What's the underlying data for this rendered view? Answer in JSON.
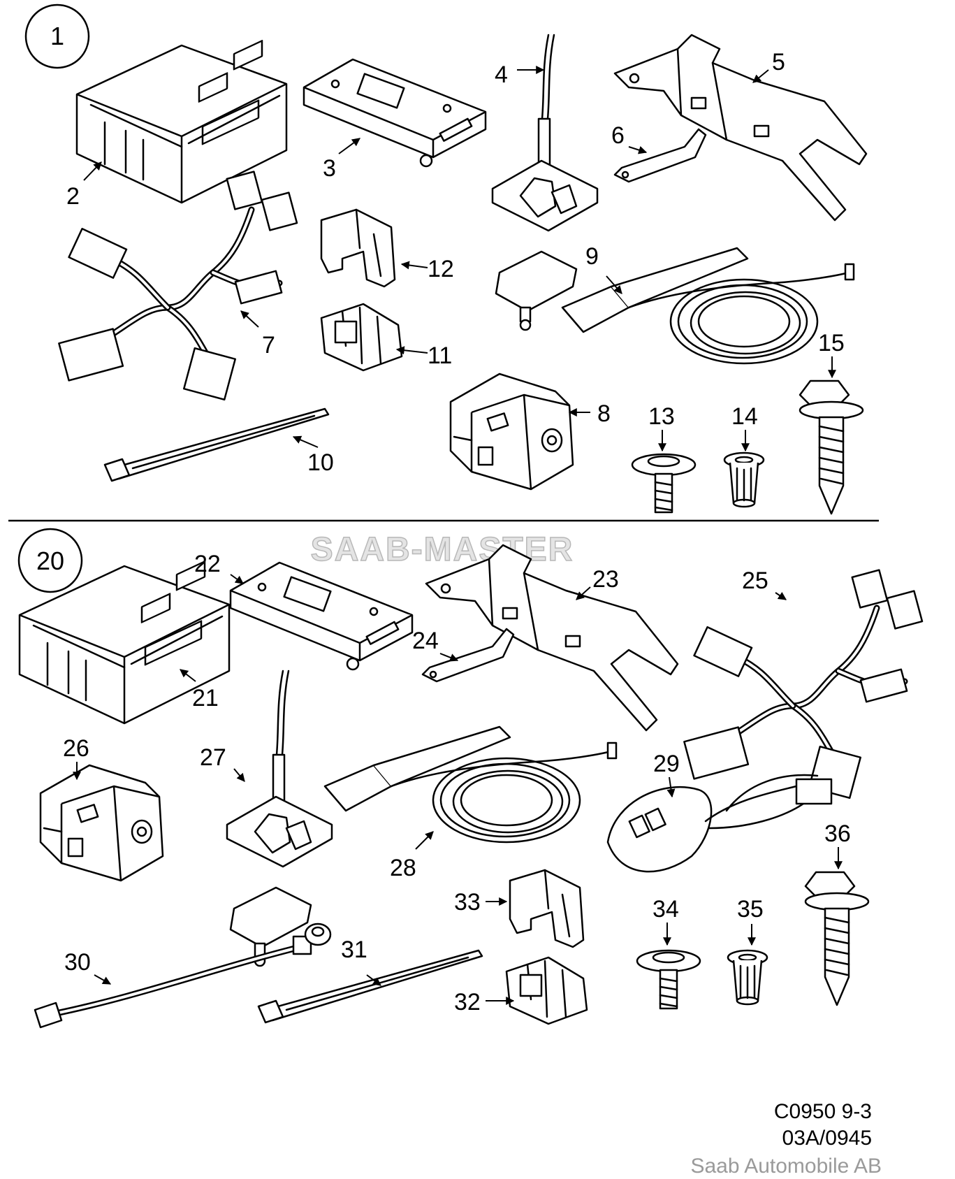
{
  "watermark": "SAAB-MASTER",
  "groups": [
    {
      "number": "1"
    },
    {
      "number": "20"
    }
  ],
  "callouts": [
    "2",
    "3",
    "4",
    "5",
    "6",
    "7",
    "8",
    "9",
    "10",
    "11",
    "12",
    "13",
    "14",
    "15",
    "21",
    "22",
    "23",
    "24",
    "25",
    "26",
    "27",
    "28",
    "29",
    "30",
    "31",
    "32",
    "33",
    "34",
    "35",
    "36"
  ],
  "footer": {
    "code_line1": "C0950 9-3",
    "code_line2": "03A/0945",
    "copyright": "Saab Automobile AB"
  }
}
